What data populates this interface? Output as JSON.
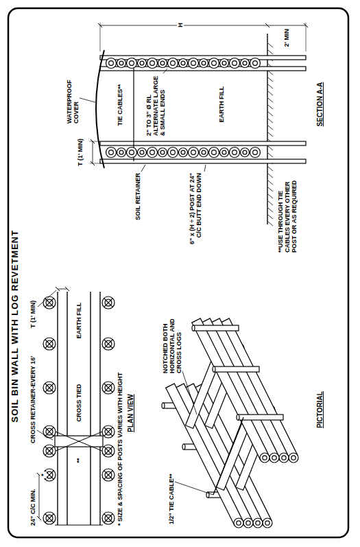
{
  "diagram": {
    "title": "SOIL BIN WALL WITH LOG REVETMENT",
    "labels": [
      "PLAN VIEW",
      "24\" C/C MIN.",
      "CROSS RETAINER-EVERY 16'",
      "T (1' MIN)",
      "*",
      "EARTH FILL",
      "CROSS TIED",
      "**",
      "* SIZE & SPACING OF POSTS VARIES WITH HEIGHT",
      "PICTORIAL",
      "1/2\" TIE CABLE**",
      "NOTCHED BOTH HORIZONTAL AND CROSS LOGS",
      "6\" x (H ÷ 2) POST AT 24\" C/C BUTT END DOWN",
      "**USE THROUGH TIE CABLES EVERY OTHER POST OR AS REQUIRED",
      "WATERPROOF COVER",
      "T (1' MIN)",
      "TIE CABLES**",
      "SOIL RETAINER",
      "2\" TO 3\" Ø RL ALTERNATE LARGE & SMALL ENDS",
      "EARTH FILL",
      "H",
      "2' MIN",
      "SECTION A-A"
    ]
  }
}
